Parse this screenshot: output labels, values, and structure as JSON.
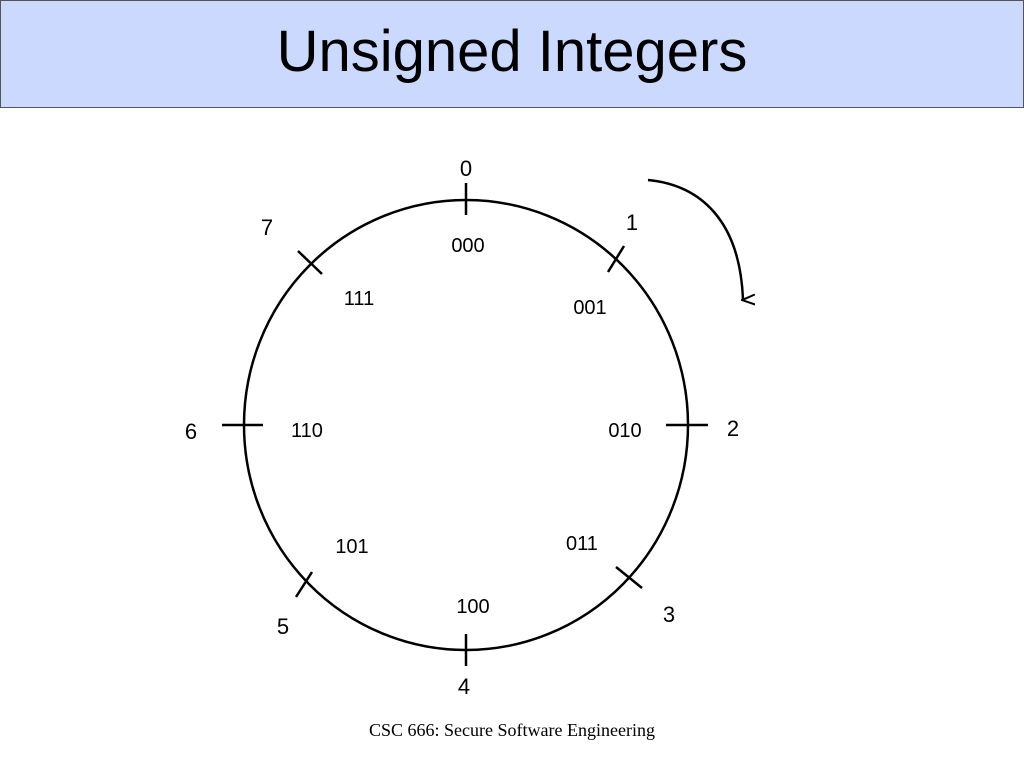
{
  "slide": {
    "title": "Unsigned Integers",
    "footer": "CSC 666: Secure Software Engineering",
    "title_bar_color": "#ccd9fe"
  },
  "wheel": {
    "decimal_labels": [
      "0",
      "1",
      "2",
      "3",
      "4",
      "5",
      "6",
      "7"
    ],
    "binary_labels": [
      "000",
      "001",
      "010",
      "011",
      "100",
      "101",
      "110",
      "111"
    ],
    "direction": "clockwise",
    "arrow_icon": "clockwise-arrow-icon"
  }
}
